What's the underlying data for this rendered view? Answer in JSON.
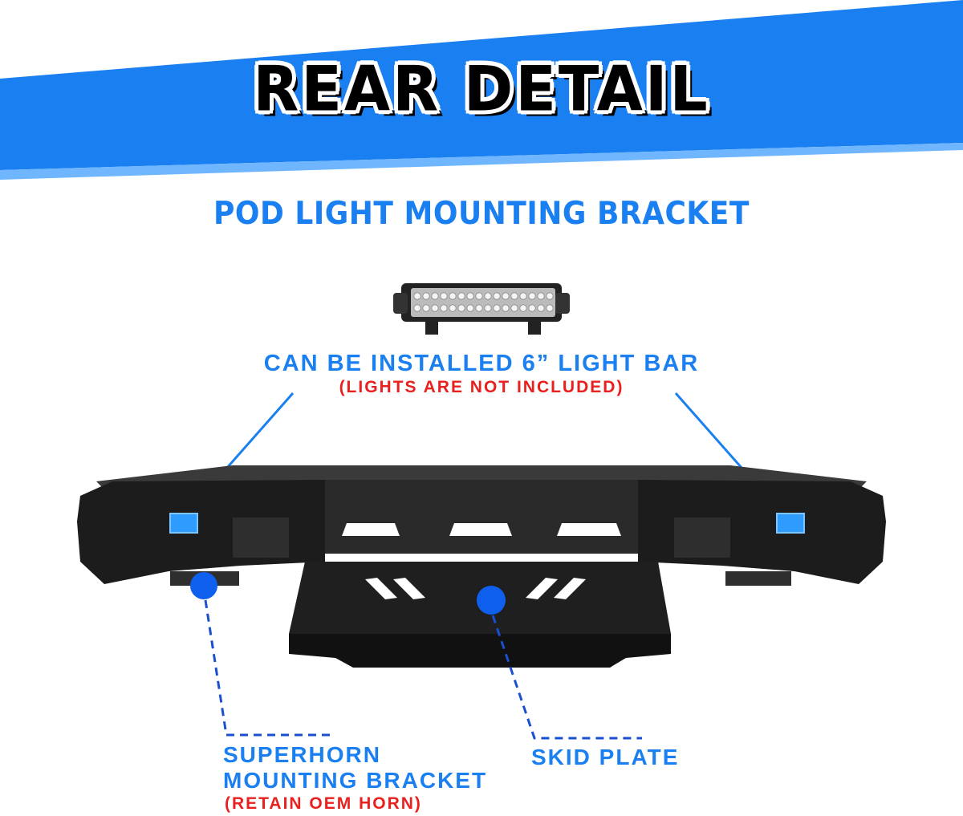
{
  "banner": {
    "title": "REAR DETAIL",
    "accent_color": "#1a7ff0"
  },
  "section_title": "POD LIGHT MOUNTING BRACKET",
  "light_bar": {
    "label": "CAN BE INSTALLED 6” LIGHT BAR",
    "note": "(LIGHTS ARE NOT INCLUDED)"
  },
  "superhorn": {
    "label_line1": "SUPERHORN",
    "label_line2": "MOUNTING BRACKET",
    "note": "(RETAIN OEM HORN)"
  },
  "skid_plate": {
    "label": "SKID PLATE"
  },
  "colors": {
    "label_blue": "#1a7ff0",
    "note_red": "#e8201e",
    "marker_blue": "#1060f0",
    "bumper_black": "#1c1c1c"
  }
}
